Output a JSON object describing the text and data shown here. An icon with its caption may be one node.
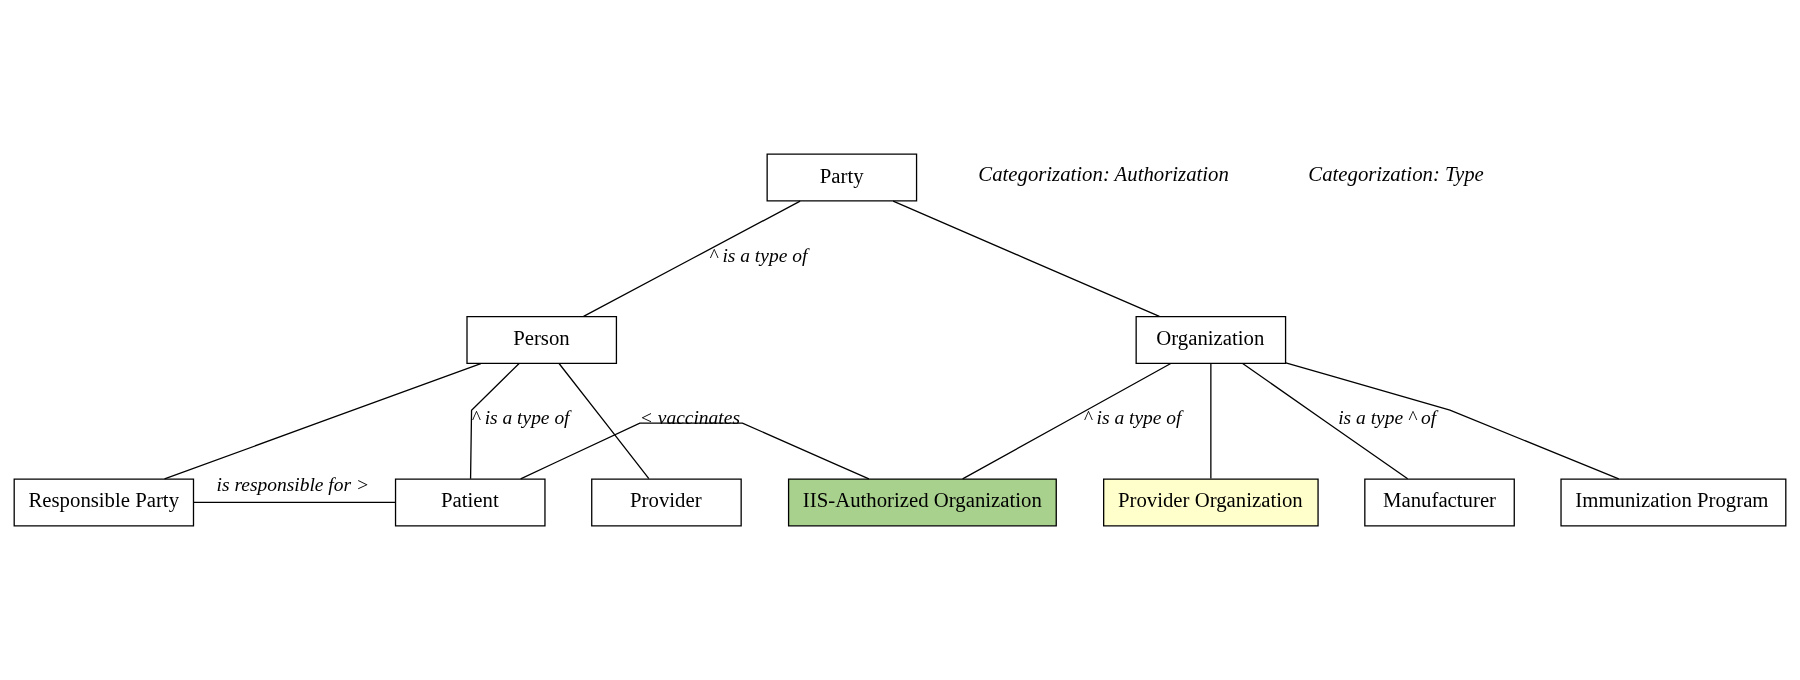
{
  "diagram": {
    "nodes": [
      {
        "text": [
          "Party"
        ]
      },
      {
        "text": [
          "Person"
        ]
      },
      {
        "text": [
          "Organization"
        ]
      },
      {
        "text": [
          "Responsible Party"
        ]
      },
      {
        "text": [
          "Patient"
        ]
      },
      {
        "text": [
          "Provider"
        ]
      },
      {
        "text": [
          "IIS-Authorized Organization"
        ]
      },
      {
        "text": [
          "Provider Organization"
        ]
      },
      {
        "text": [
          "Manufacturer"
        ]
      },
      {
        "text": [
          "Immunization Program"
        ]
      }
    ],
    "edges": [
      {
        "from": 0,
        "to": 1,
        "arrow": "none",
        "label": "^ is a type of"
      },
      {
        "from": 0,
        "to": 2,
        "arrow": "none"
      },
      {
        "from": 1,
        "to": 3,
        "arrow": "none"
      },
      {
        "from": 1,
        "to": 4,
        "arrow": "none",
        "label": "^ is a type of"
      },
      {
        "from": 1,
        "to": 5,
        "arrow": "none"
      },
      {
        "from": 2,
        "to": 6,
        "arrow": "none",
        "label": "^ is a type of"
      },
      {
        "from": 2,
        "to": 7,
        "arrow": "none"
      },
      {
        "from": 2,
        "to": 8,
        "arrow": "none",
        "label": "is a type ^ of"
      },
      {
        "from": 2,
        "to": 9,
        "arrow": "none"
      },
      {
        "from": 3,
        "to": 4,
        "arrow": "none",
        "label": "is responsible for >"
      },
      {
        "from": 4,
        "to": 6,
        "arrow": "none",
        "label": "< vaccinates"
      }
    ],
    "labels": [
      "Categorization: Authorization",
      "Categorization: Type"
    ]
  }
}
